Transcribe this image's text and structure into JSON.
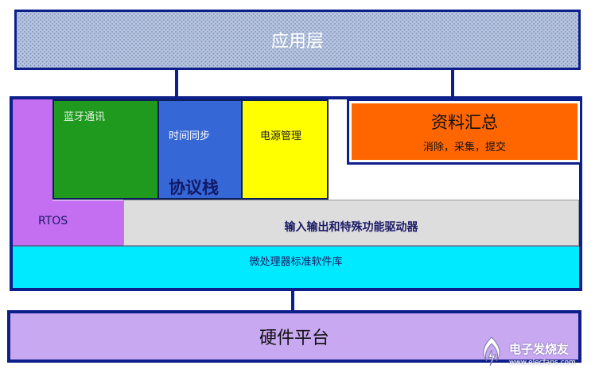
{
  "layers": {
    "app": "应用层",
    "hardware": "硬件平台"
  },
  "system": {
    "bluetooth": "蓝牙通讯",
    "time_sync": "时间同步",
    "power": "电源管理",
    "protocol_stack": "协议栈",
    "rtos": "RTOS",
    "drivers": "输入输出和特殊功能驱动器",
    "mcu_library": "微处理器标准软件库"
  },
  "data_summary": {
    "title": "资料汇总",
    "subtitle": "消除，采集，提交"
  },
  "watermark": {
    "text": "电子发烧友",
    "url": "www.elecfans.com"
  },
  "colors": {
    "border": "#0d1f8a",
    "bluetooth": "#1f9a1f",
    "time_sync": "#3667d6",
    "power": "#ffff00",
    "rtos": "#c46ef2",
    "drivers": "#dddddd",
    "mcu_library": "#00eaff",
    "data_summary": "#ff6600",
    "hardware": "#c9a8f2"
  }
}
